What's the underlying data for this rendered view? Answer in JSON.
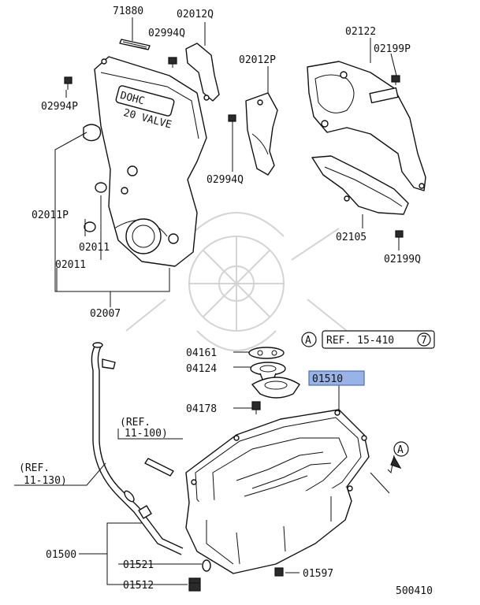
{
  "labels": {
    "p71880": "71880",
    "p02012q": "02012Q",
    "p02994q_top": "02994Q",
    "p02994p": "02994P",
    "p02012p": "02012P",
    "p02122": "02122",
    "p02199p": "02199P",
    "p02994q_mid": "02994Q",
    "p02011p": "02011P",
    "p02011_a": "02011",
    "p02011_b": "02011",
    "p02007": "02007",
    "p02105": "02105",
    "p02199q": "02199Q",
    "p04161": "04161",
    "p04124": "04124",
    "p01510": "01510",
    "p04178": "04178",
    "ref_11_100_a": "(REF.",
    "ref_11_100_b": "11-100)",
    "ref_11_130_a": "(REF.",
    "ref_11_130_b": "11-130)",
    "p01500": "01500",
    "p01521": "01521",
    "p01597": "01597",
    "p01512": "01512",
    "diagram_number": "500410"
  },
  "callouts": {
    "marker_top": "A",
    "ref_15_410": "REF. 15-410",
    "ref_15_410_circle": "7",
    "marker_pan": "A"
  },
  "cover_text": {
    "dohc": "DOHC",
    "valve": "20 VALVE"
  },
  "colors": {
    "highlight": "#9ab3e6",
    "line": "#111111",
    "watermark": "#d4d4d4"
  }
}
